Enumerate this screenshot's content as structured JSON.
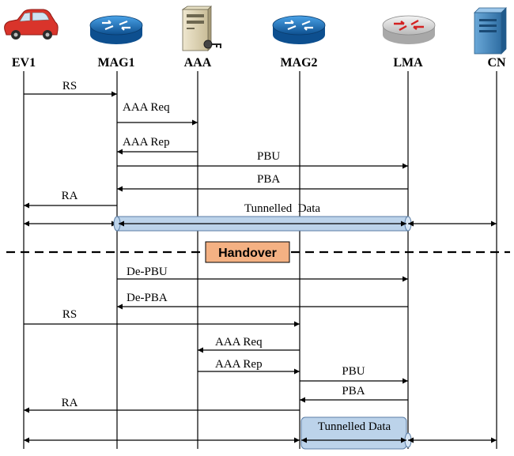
{
  "entities": [
    {
      "id": "ev1",
      "label": "EV1",
      "icon": "car-icon"
    },
    {
      "id": "mag1",
      "label": "MAG1",
      "icon": "router-icon"
    },
    {
      "id": "aaa",
      "label": "AAA",
      "icon": "server-key-icon"
    },
    {
      "id": "mag2",
      "label": "MAG2",
      "icon": "router-icon"
    },
    {
      "id": "lma",
      "label": "LMA",
      "icon": "gateway-router-icon"
    },
    {
      "id": "cn",
      "label": "CN",
      "icon": "server-icon"
    }
  ],
  "messages": [
    {
      "from": "ev1",
      "to": "mag1",
      "label": "RS"
    },
    {
      "from": "mag1",
      "to": "aaa",
      "label": "AAA Req"
    },
    {
      "from": "aaa",
      "to": "mag1",
      "label": "AAA Rep"
    },
    {
      "from": "mag1",
      "to": "lma",
      "label": "PBU"
    },
    {
      "from": "lma",
      "to": "mag1",
      "label": "PBA"
    },
    {
      "from": "mag1",
      "to": "ev1",
      "label": "RA"
    },
    {
      "from": "mag1",
      "to": "lma",
      "label": "De-PBU"
    },
    {
      "from": "lma",
      "to": "mag1",
      "label": "De-PBA"
    },
    {
      "from": "ev1",
      "to": "mag2",
      "label": "RS"
    },
    {
      "from": "mag2",
      "to": "aaa",
      "label": "AAA Req"
    },
    {
      "from": "aaa",
      "to": "mag2",
      "label": "AAA Rep"
    },
    {
      "from": "mag2",
      "to": "lma",
      "label": "PBU"
    },
    {
      "from": "lma",
      "to": "mag2",
      "label": "PBA"
    },
    {
      "from": "mag2",
      "to": "ev1",
      "label": "RA"
    }
  ],
  "data_paths": [
    {
      "tunnel_from": "mag1",
      "tunnel_to": "lma",
      "label": "Tunnelled  Data"
    },
    {
      "tunnel_from": "mag2",
      "tunnel_to": "lma",
      "label": "Tunnelled Data"
    }
  ],
  "handover": {
    "label": "Handover"
  },
  "colors": {
    "line": "#000000",
    "tunnel_fill": "#bcd3ea",
    "tunnel_stroke": "#6f8fb0",
    "handover_fill": "#f4b183",
    "handover_stroke": "#000000",
    "router_blue": "#1e6fb8",
    "car_red": "#d9342b"
  }
}
